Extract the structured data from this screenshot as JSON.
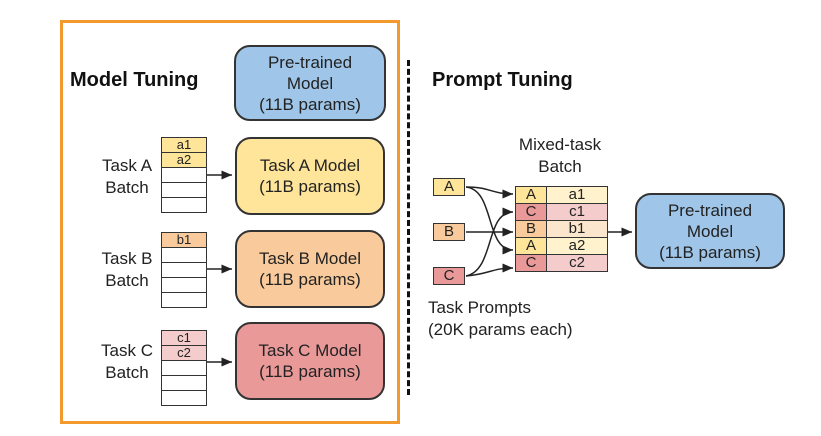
{
  "colors": {
    "frame": "#F29A2E",
    "pretrained": "#9FC5E8",
    "task_a": "#FFE599",
    "task_a_light": "#FFF2CC",
    "task_b": "#F9CB9C",
    "task_b_light": "#FCE5CD",
    "task_c": "#EA9999",
    "task_c_light": "#F4CCCC"
  },
  "model_tuning": {
    "title": "Model Tuning",
    "pretrained": {
      "line1": "Pre-trained",
      "line2": "Model",
      "line3": "(11B params)"
    },
    "tasks": [
      {
        "label1": "Task A",
        "label2": "Batch",
        "cells": [
          "a1",
          "a2",
          "",
          "",
          ""
        ],
        "model1": "Task A Model",
        "model2": "(11B params)"
      },
      {
        "label1": "Task B",
        "label2": "Batch",
        "cells": [
          "b1",
          "",
          "",
          "",
          ""
        ],
        "model1": "Task B Model",
        "model2": "(11B params)"
      },
      {
        "label1": "Task C",
        "label2": "Batch",
        "cells": [
          "c1",
          "c2",
          "",
          "",
          ""
        ],
        "model1": "Task C Model",
        "model2": "(11B params)"
      }
    ]
  },
  "prompt_tuning": {
    "title": "Prompt Tuning",
    "mixed_title1": "Mixed-task",
    "mixed_title2": "Batch",
    "prompts": [
      "A",
      "B",
      "C"
    ],
    "prompts_caption1": "Task Prompts",
    "prompts_caption2": "(20K params each)",
    "mixed_rows": [
      {
        "task": "A",
        "item": "a1"
      },
      {
        "task": "C",
        "item": "c1"
      },
      {
        "task": "B",
        "item": "b1"
      },
      {
        "task": "A",
        "item": "a2"
      },
      {
        "task": "C",
        "item": "c2"
      }
    ],
    "pretrained": {
      "line1": "Pre-trained",
      "line2": "Model",
      "line3": "(11B params)"
    }
  }
}
